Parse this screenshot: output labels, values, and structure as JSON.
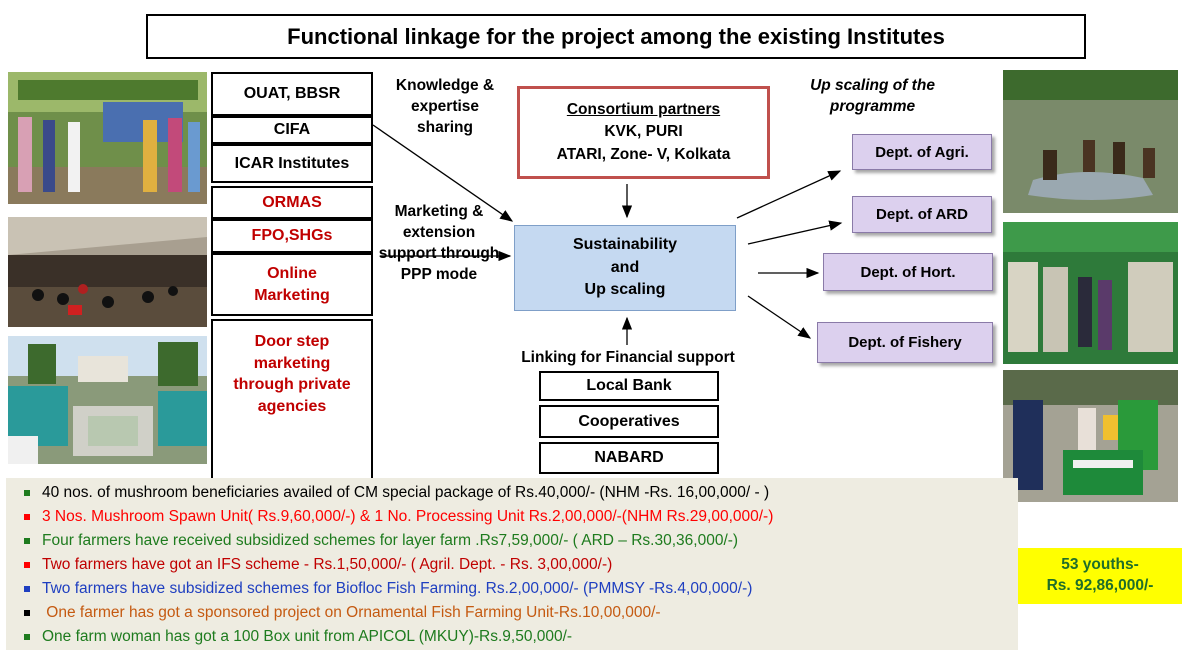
{
  "title": "Functional linkage for the project among the existing Institutes",
  "left_institutes": [
    "OUAT, BBSR",
    "CIFA",
    "ICAR Institutes"
  ],
  "marketing_boxes": [
    "ORMAS",
    "FPO,SHGs",
    "Online Marketing",
    "Door step marketing through private agencies"
  ],
  "label_knowledge": "Knowledge & expertise sharing",
  "label_marketing": "Marketing & extension support through PPP mode",
  "consortium": {
    "heading": "Consortium partners",
    "line1": "KVK, PURI",
    "line2": "ATARI, Zone- V, Kolkata"
  },
  "center": {
    "line1": "Sustainability",
    "line2": "and",
    "line3": "Up scaling"
  },
  "financial_label": "Linking for Financial support",
  "financial_boxes": [
    "Local Bank",
    "Cooperatives",
    "NABARD"
  ],
  "upscaling_label": "Up scaling of the programme",
  "departments": [
    "Dept. of Agri.",
    "Dept. of ARD",
    "Dept. of Hort.",
    "Dept. of Fishery"
  ],
  "bullets": [
    {
      "text": "40 nos. of mushroom beneficiaries availed of CM special package of Rs.40,000/- (NHM -Rs. 16,00,000/ - )",
      "color": "#000000"
    },
    {
      "text": "3 Nos. Mushroom Spawn Unit( Rs.9,60,000/-) & 1 No. Processing Unit Rs.2,00,000/-(NHM Rs.29,00,000/-)",
      "color": "#ff0000"
    },
    {
      "text": "Four farmers have received subsidized schemes for layer farm .Rs7,59,000/- ( ARD – Rs.30,36,000/-)",
      "color": "#1e7b1e"
    },
    {
      "text": "Two farmers have got an IFS scheme  - Rs.1,50,000/- ( Agril. Dept. -  Rs. 3,00,000/-)",
      "color": "#c00000"
    },
    {
      "text": "Two farmers have subsidized schemes  for Biofloc Fish Farming. Rs.2,00,000/- (PMMSY -Rs.4,00,000/-)",
      "color": "#1f3fc0"
    },
    {
      "text": " One farmer has got a sponsored project on Ornamental Fish Farming Unit-Rs.10,00,000/-",
      "color": "#c55a11"
    },
    {
      "text": "One farm woman has got a 100 Box unit from APICOL (MKUY)-Rs.9,50,000/-",
      "color": "#1e7b1e"
    }
  ],
  "bullet_square_colors": [
    "#1e7b1e",
    "#ff0000",
    "#1e7b1e",
    "#ff0000",
    "#1f3fc0",
    "#000000",
    "#1e7b1e"
  ],
  "youths": {
    "line1": "53 youths-",
    "line2": "Rs. 92,86,000/-"
  }
}
